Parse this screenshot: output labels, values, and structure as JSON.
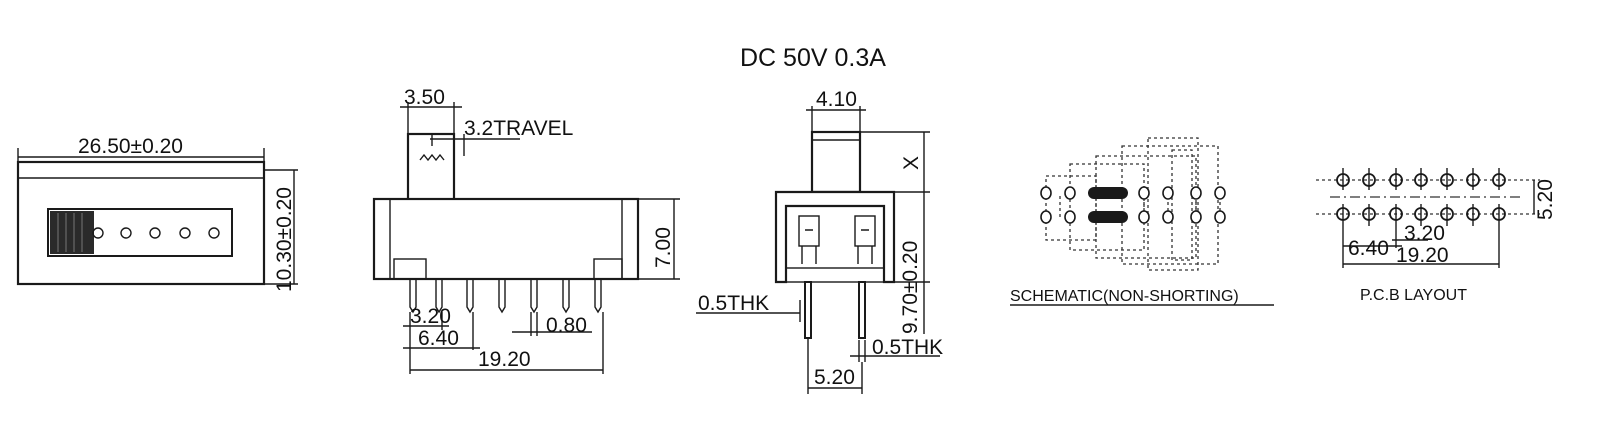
{
  "title": "DC  50V  0.3A",
  "front_view": {
    "width_dim": "26.50±0.20",
    "height_dim": "10.30±0.20"
  },
  "side_view": {
    "actuator_width": "3.50",
    "travel": "3.2TRAVEL",
    "height": "7.00",
    "pitch_small": "3.20",
    "pitch_mid": "6.40",
    "pin_width": "0.80",
    "overall": "19.20"
  },
  "end_view": {
    "actuator_width": "4.10",
    "x_label": "X",
    "height_dim": "9.70±0.20",
    "thickness_left": "0.5THK",
    "thickness_right": "0.5THK",
    "pin_span": "5.20"
  },
  "schematic": {
    "caption": "SCHEMATIC(NON-SHORTING)"
  },
  "pcb": {
    "caption": "P.C.B LAYOUT",
    "row_spacing": "5.20",
    "pitch": "3.20",
    "span_small": "6.40",
    "span_total": "19.20"
  }
}
